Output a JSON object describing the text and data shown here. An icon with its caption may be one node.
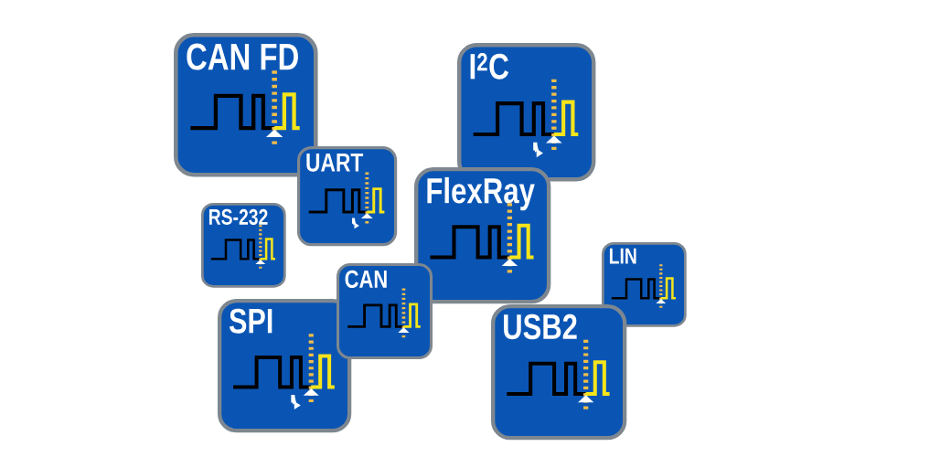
{
  "diagram": {
    "nodes": [
      {
        "text": [
          "CAN FD"
        ]
      },
      {
        "text": [
          "I$^{2}$C"
        ]
      },
      {
        "text": [
          "UART"
        ]
      },
      {
        "text": [
          "FlexRay"
        ]
      },
      {
        "text": [
          "RS-232"
        ]
      },
      {
        "text": [
          "CAN"
        ]
      },
      {
        "text": [
          "SPI"
        ]
      },
      {
        "text": [
          "LIN"
        ]
      },
      {
        "text": [
          "USB2"
        ]
      }
    ]
  }
}
